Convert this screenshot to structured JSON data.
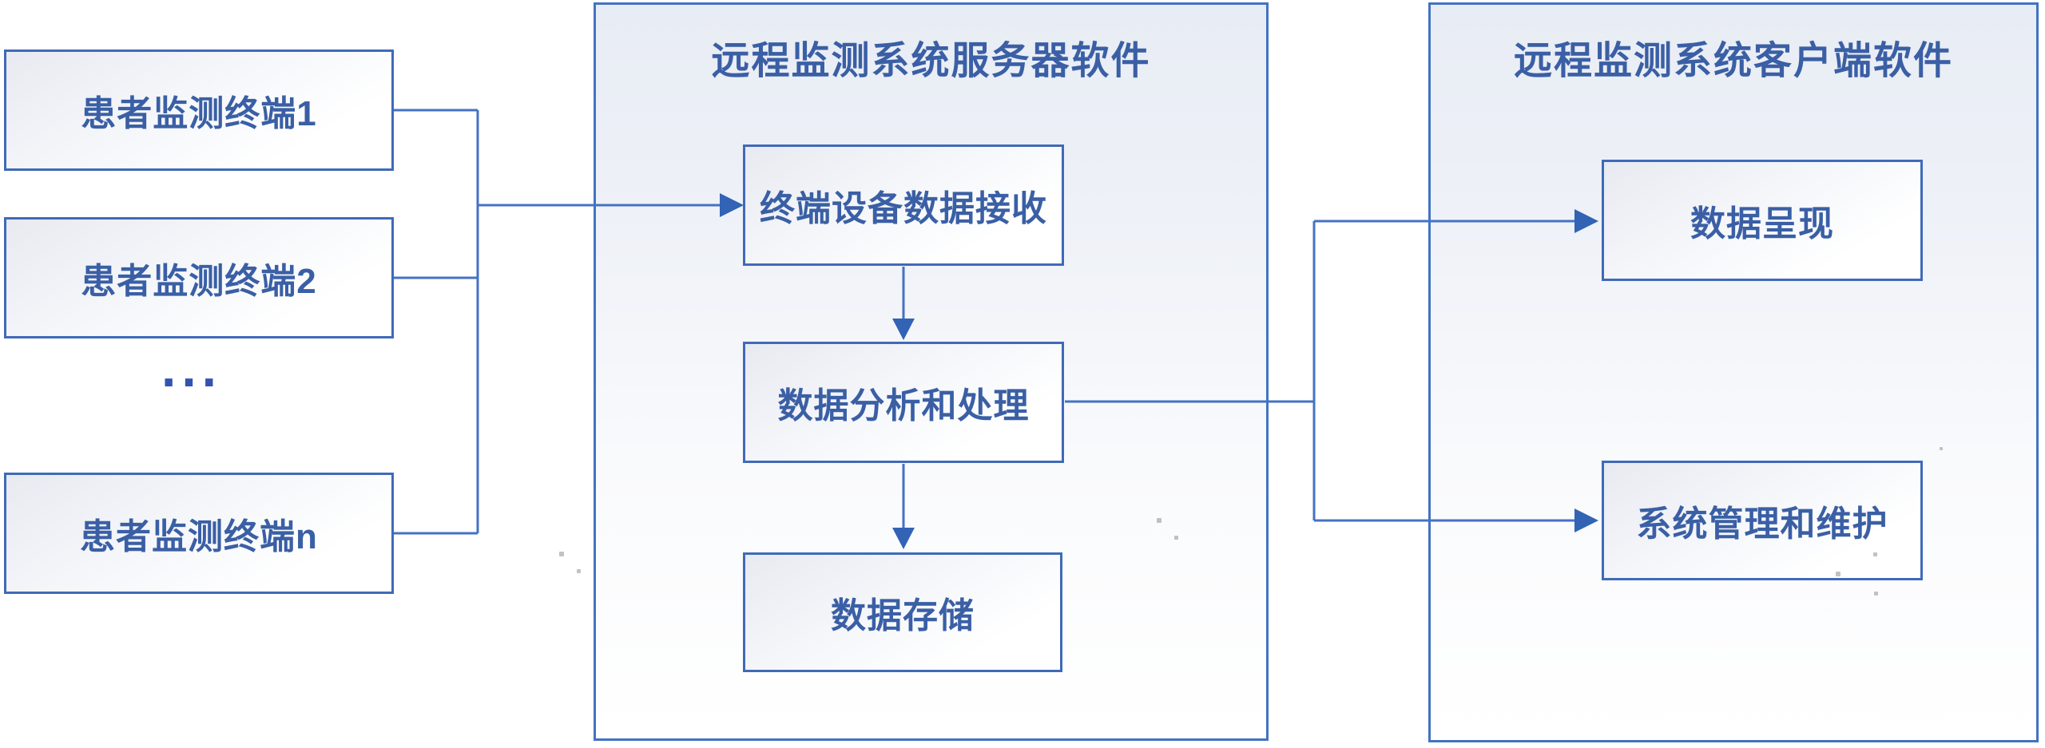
{
  "diagram": {
    "terminals": [
      {
        "label": "患者监测终端1"
      },
      {
        "label": "患者监测终端2"
      },
      {
        "label": "患者监测终端n"
      }
    ],
    "more_label": "...",
    "server": {
      "title": "远程监测系统服务器软件",
      "boxes": [
        "终端设备数据接收",
        "数据分析和处理",
        "数据存储"
      ]
    },
    "client": {
      "title": "远程监测系统客户端软件",
      "boxes": [
        "数据呈现",
        "系统管理和维护"
      ]
    },
    "colors": {
      "line": "#4472c4",
      "text": "#3a5fa5"
    }
  }
}
